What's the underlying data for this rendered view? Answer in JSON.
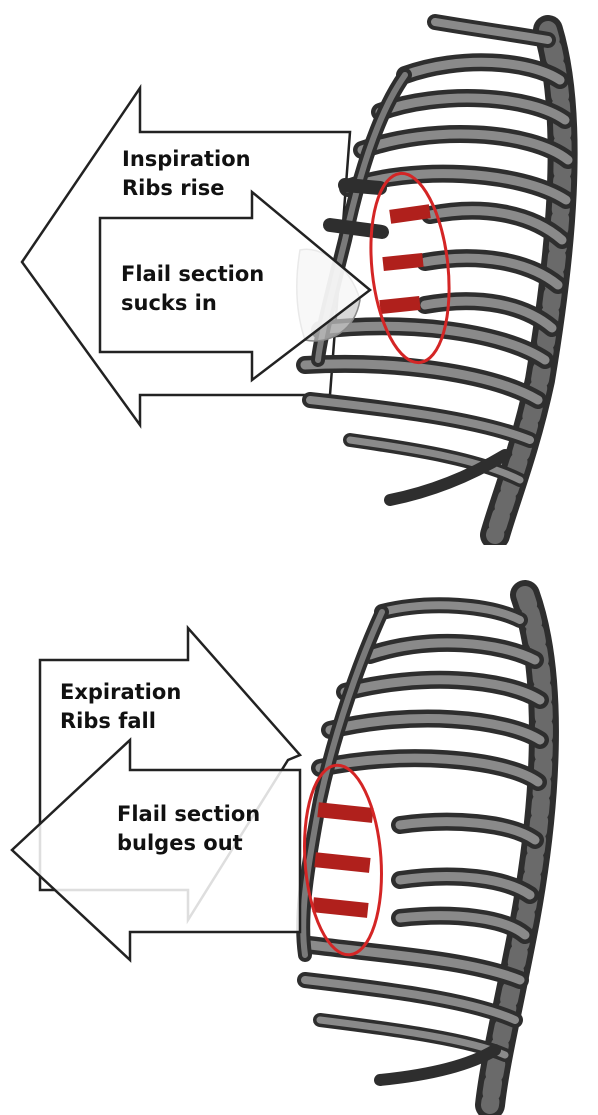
{
  "inspiration": {
    "line1": "Inspiration",
    "line2": "Ribs rise",
    "flail_line1": "Flail section",
    "flail_line2": "sucks in"
  },
  "expiration": {
    "line1": "Expiration",
    "line2": "Ribs fall",
    "flail_line1": "Flail section",
    "flail_line2": "bulges out"
  },
  "colors": {
    "rib": "#5a5a5a",
    "rib_dark": "#2e2e2e",
    "flail_segment": "#b0201c",
    "highlight_ellipse": "#d42525",
    "arrow_outline": "#222222"
  }
}
